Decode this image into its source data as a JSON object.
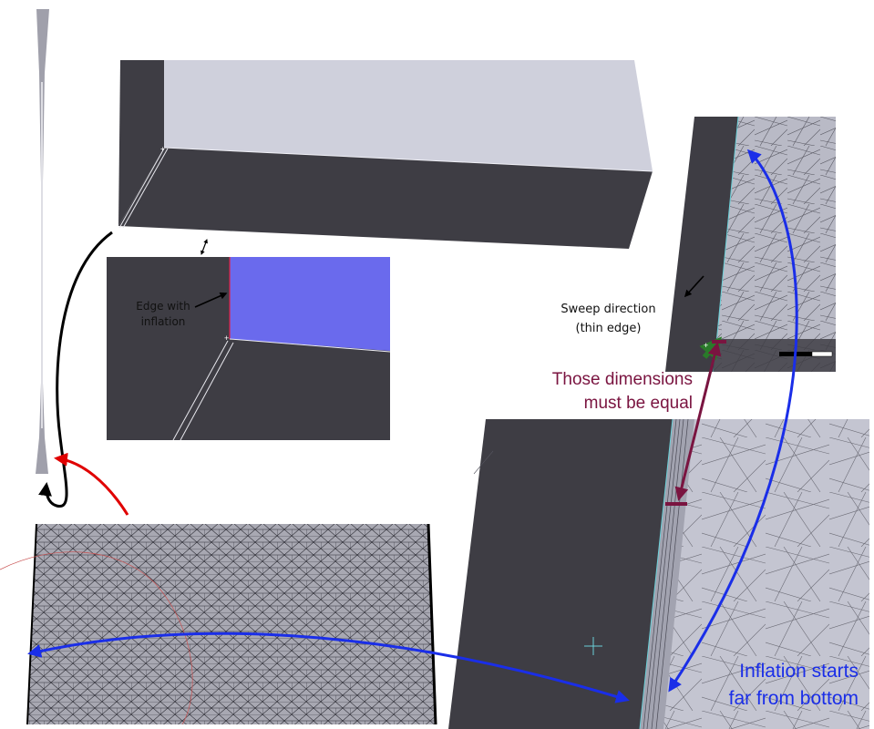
{
  "annotations": {
    "edge_with_inflation": [
      "Edge with",
      "inflation"
    ],
    "sweep_direction": [
      "Sweep direction",
      "(thin edge)"
    ],
    "dimensions_equal": [
      "Those dimensions",
      "must be equal"
    ],
    "inflation_starts": [
      "Inflation starts",
      "far from bottom"
    ]
  },
  "colors": {
    "body_face_dark": "#3e3d44",
    "body_face_light": "#cfd0dc",
    "selected_face": "#6a6aed",
    "mesh_face": "#a8a8b2",
    "mesh_line": "#2b2b33",
    "arrow_blue": "#1a2ee8",
    "arrow_maroon": "#7a1440",
    "arrow_red": "#e00000",
    "arrow_green": "#2a7a2a",
    "arrow_black": "#000000"
  }
}
